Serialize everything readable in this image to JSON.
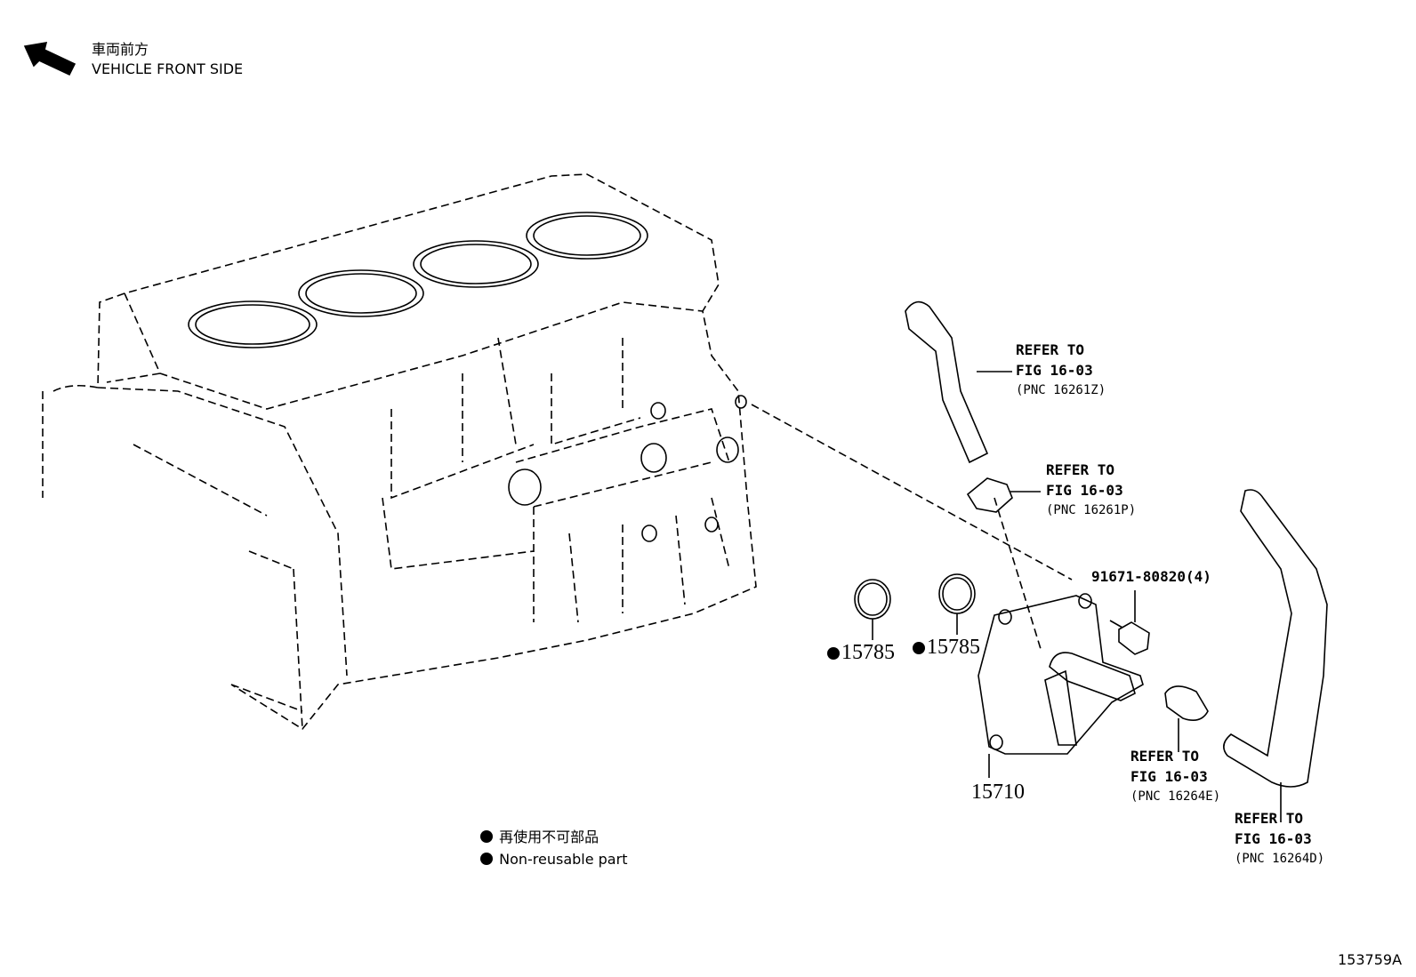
{
  "header": {
    "direction_jp": "車両前方",
    "direction_en": "VEHICLE FRONT SIDE"
  },
  "callouts": [
    {
      "line1": "REFER TO",
      "line2": "FIG 16-03",
      "line3": "(PNC 16261Z)"
    },
    {
      "line1": "REFER TO",
      "line2": "FIG 16-03",
      "line3": "(PNC 16261P)"
    },
    {
      "line1": "REFER TO",
      "line2": "FIG 16-03",
      "line3": "(PNC 16264E)"
    },
    {
      "line1": "REFER TO",
      "line2": "FIG 16-03",
      "line3": "(PNC 16264D)"
    }
  ],
  "parts": {
    "bolt": "91671-80820(4)",
    "gasket_a": "15785",
    "gasket_b": "15785",
    "cooler": "15710"
  },
  "legend": {
    "jp": "再使用不可部品",
    "en": "Non-reusable part"
  },
  "diagram_id": "153759A"
}
